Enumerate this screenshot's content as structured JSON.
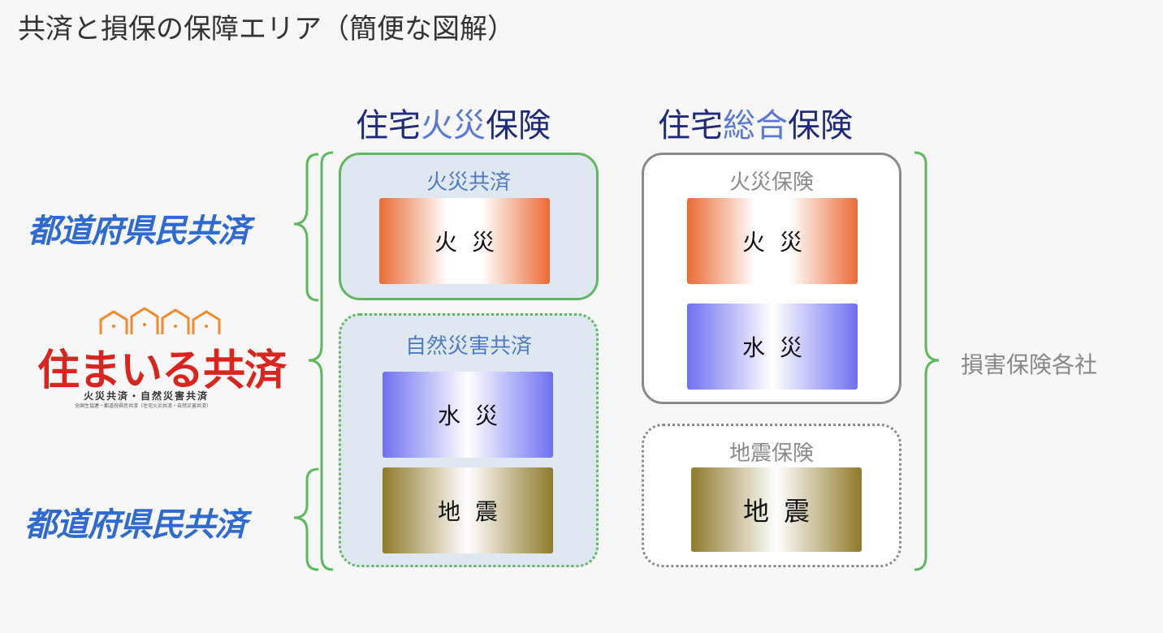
{
  "title": "共済と損保の保障エリア（簡便な図解）",
  "columns": {
    "fire_insurance": {
      "prefix": "住宅",
      "accent": "火災",
      "suffix": "保険"
    },
    "comprehensive_insurance": {
      "prefix": "住宅",
      "accent": "総合",
      "suffix": "保険"
    }
  },
  "left_brands": {
    "top": "都道府県民共済",
    "middle": {
      "name": "住まいる共済",
      "sub": "火災共済・自然災害共済",
      "tiny": "全国生協連・都道府県民共済（住宅火災共済・自然災害共済）"
    },
    "bottom": "都道府県民共済"
  },
  "kyosai_panels": {
    "fire": {
      "label": "火災共済",
      "items": [
        "火災"
      ]
    },
    "natural": {
      "label": "自然災害共済",
      "items": [
        "水災",
        "地震"
      ]
    }
  },
  "insurance_panels": {
    "fire": {
      "label": "火災保険",
      "items": [
        "火災",
        "水災"
      ]
    },
    "earthquake": {
      "label": "地震保険",
      "items": [
        "地震"
      ]
    }
  },
  "right_label": "損害保険各社",
  "colors": {
    "green_bracket": "#5fb760",
    "gray_bracket": "#5fb760",
    "fire": "#ea6b35",
    "water": "#6f70f0",
    "quake": "#8f7a2b",
    "navy": "#1f2a7a",
    "accent_blue": "#5a78d8",
    "brand_red": "#d9251d",
    "brand_blue": "#2f6ad0"
  }
}
